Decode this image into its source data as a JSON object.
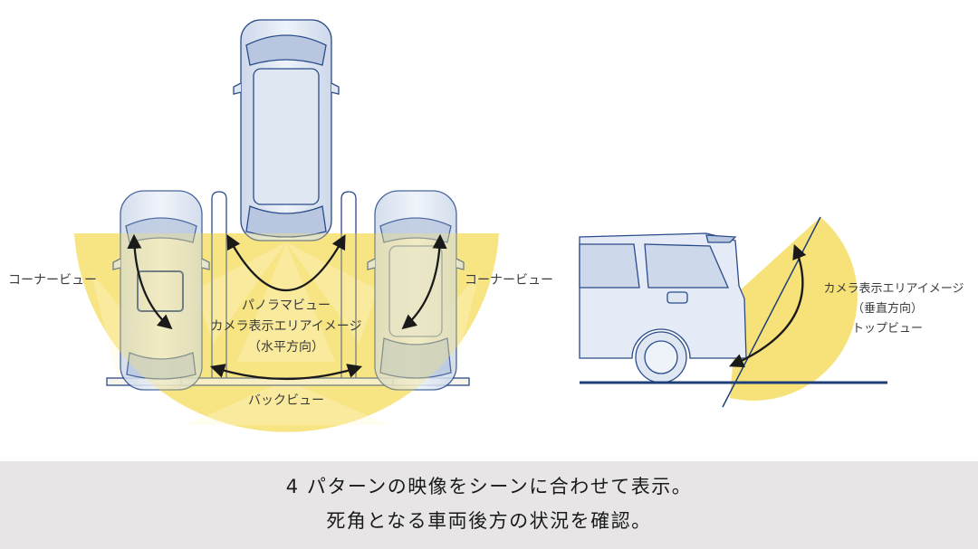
{
  "parking_diagram": {
    "corner_view_left": "コーナービュー",
    "corner_view_right": "コーナービュー",
    "panorama": {
      "title": "パノラマビュー",
      "area": "カメラ表示エリアイメージ",
      "direction": "（水平方向）"
    },
    "back_view": "バックビュー"
  },
  "side_diagram": {
    "area": "カメラ表示エリアイメージ",
    "direction": "（垂直方向）",
    "top_view": "トップビュー"
  },
  "caption": {
    "line1": "4 パターンの映像をシーンに合わせて表示。",
    "line2": "死角となる車両後方の状況を確認。"
  },
  "colors": {
    "camera_area": "#f7e27a",
    "car_fill": "#e4ebf6",
    "car_line": "#2a4b8a",
    "ground": "#1d3f7a",
    "caption_bg": "#e7e5e5"
  }
}
